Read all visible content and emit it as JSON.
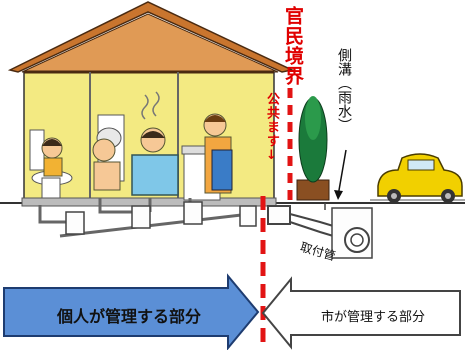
{
  "labels": {
    "boundary": "官民境界",
    "public_basin": "公共ます",
    "public_basin_arrow": "↓",
    "side_ditch": "側溝（雨水）",
    "branch_pipe": "取付管"
  },
  "arrows": {
    "private": "個人が管理する部分",
    "city": "市が管理する部分"
  },
  "colors": {
    "boundary_line": "#e21414",
    "private_arrow": "#5b8fd6",
    "house_wall": "#f3ea82",
    "roof": "#c9752e"
  },
  "icons": [
    "house-icon",
    "car-icon",
    "tree-icon",
    "toilet-icon",
    "bathtub-icon",
    "sink-icon"
  ]
}
